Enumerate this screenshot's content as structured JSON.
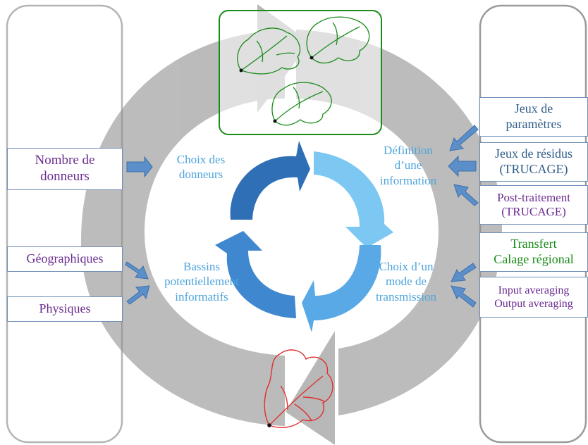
{
  "colors": {
    "gray_ring": "#9a9a9a",
    "panel_border": "#b4b4b4",
    "box_border": "#6f8fb8",
    "purple_text": "#6b2c91",
    "dark_blue_text": "#2f5d8a",
    "green_text": "#1a8c1a",
    "cycle_label": "#4ea4dc",
    "arrow_dark": "#2f6fb5",
    "arrow_light": "#7cc8f2",
    "small_arrow": "#5b8fc9",
    "catchment_green": "#1a8c1a",
    "catchment_red": "#e03030"
  },
  "left_inputs": [
    {
      "text": "Nombre de\ndonneurs"
    },
    {
      "text": "Géographiques"
    },
    {
      "text": "Physiques"
    }
  ],
  "right_options": [
    {
      "text": "Jeux de\nparamètres"
    },
    {
      "text": "Jeux de résidus\n(TRUCAGE)"
    },
    {
      "text": "Post-traitement\n(TRUCAGE)"
    },
    {
      "text": "Transfert\nCalage régional"
    },
    {
      "text": "Input averaging\nOutput averaging"
    }
  ],
  "cycle_labels": {
    "choix_donneurs": "Choix des\ndonneurs",
    "definition_info": "Définition\nd’une\ninformation",
    "choix_mode": "Choix d’un\nmode de\ntransmission",
    "bassins": "Bassins\npotentiellement\ninformatifs"
  },
  "icons": {
    "donor_catchments": "catchment-map-icon",
    "target_catchment": "catchment-map-icon"
  }
}
